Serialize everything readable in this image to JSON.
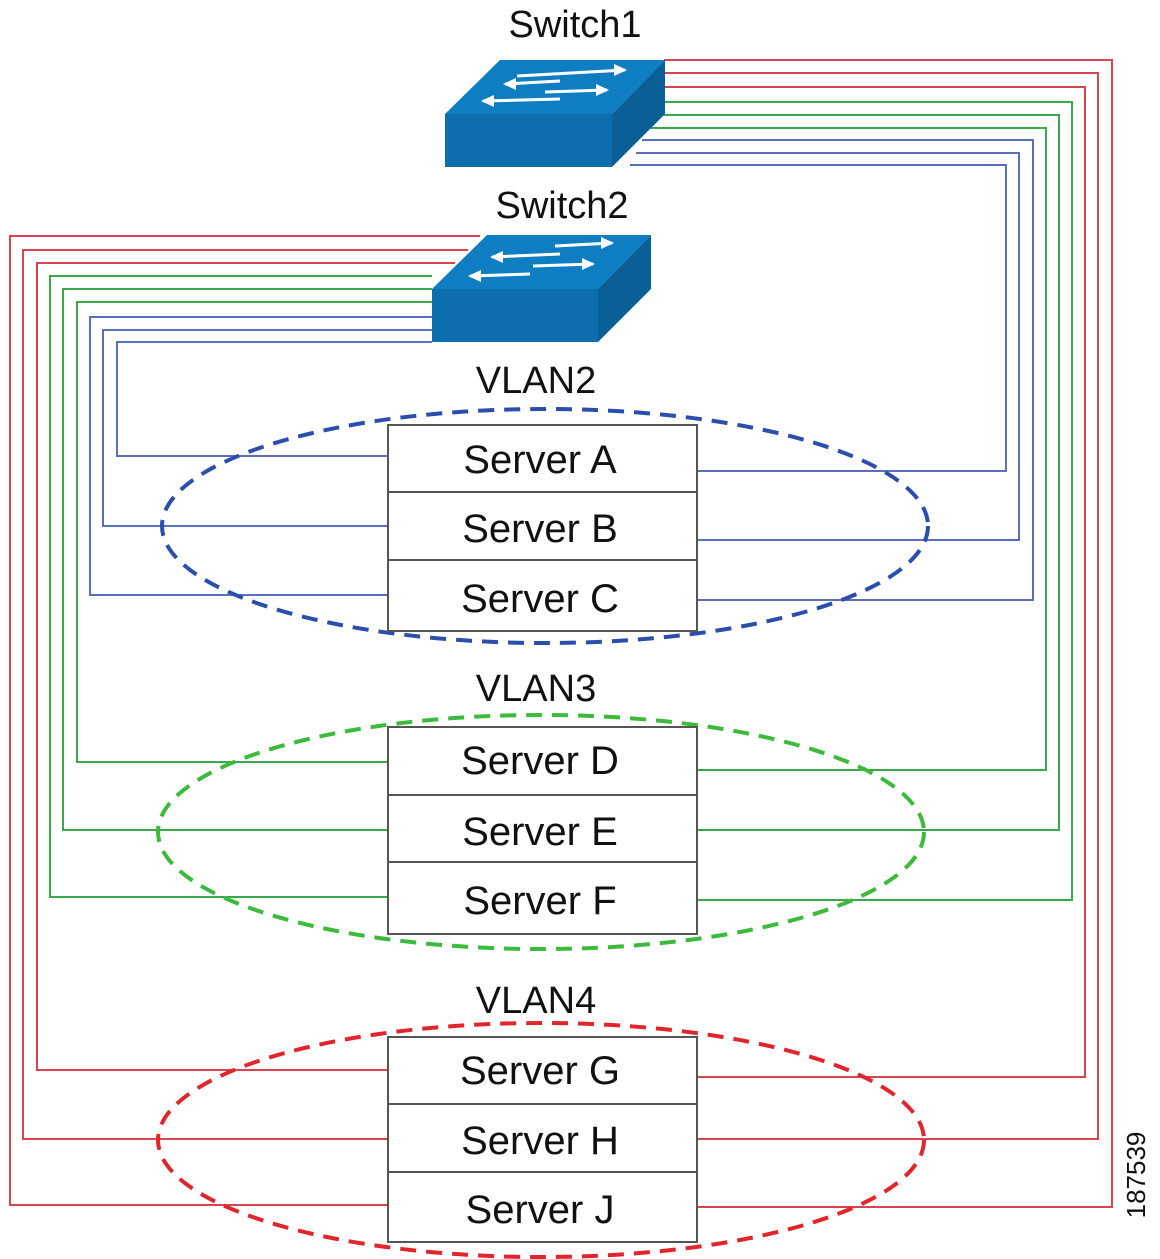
{
  "switches": [
    {
      "id": "switch1",
      "label": "Switch1"
    },
    {
      "id": "switch2",
      "label": "Switch2"
    }
  ],
  "vlans": [
    {
      "id": "vlan2",
      "label": "VLAN2",
      "color": "#2b4eac",
      "link_color": "#5a6fc0",
      "servers": [
        "Server A",
        "Server B",
        "Server C"
      ]
    },
    {
      "id": "vlan3",
      "label": "VLAN3",
      "color": "#3bba3b",
      "link_color": "#3ca84e",
      "servers": [
        "Server D",
        "Server E",
        "Server F"
      ]
    },
    {
      "id": "vlan4",
      "label": "VLAN4",
      "color": "#e0262c",
      "link_color": "#d9454f",
      "servers": [
        "Server G",
        "Server H",
        "Server J"
      ]
    }
  ],
  "figure_id": "187539",
  "colors": {
    "switch_top": "#0f7dc2",
    "switch_side": "#0a5f96",
    "switch_front": "#0d6eae",
    "arrow": "#ffffff",
    "server_border": "#555555"
  }
}
